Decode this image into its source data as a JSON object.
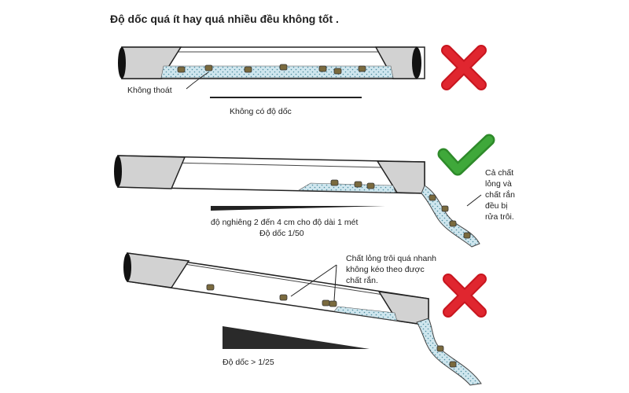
{
  "title": "Độ dốc quá ít hay quá nhiều đều không tốt .",
  "panel1": {
    "verdict": "wrong",
    "label_no_drain": "Không thoát",
    "label_no_slope": "Không có độ dốc"
  },
  "panel2": {
    "verdict": "correct",
    "side_note": [
      "Cả chất",
      "lỏng và",
      "chất rắn",
      "đều bị",
      "rửa trôi."
    ],
    "slope_text_1": "độ nghiêng 2 đến 4 cm cho độ dài 1 mét",
    "slope_text_2": "Độ dốc 1/50"
  },
  "panel3": {
    "verdict": "wrong",
    "note": [
      "Chất lỏng trôi quá nhanh",
      "không kéo theo được",
      "chất rắn."
    ],
    "slope_text": "Độ dốc > 1/25"
  },
  "colors": {
    "pipe_fill": "#d2d2d2",
    "water": "#cfe6ee",
    "solid": "#7a6a3e",
    "wrong_mark": "#e0262f",
    "correct_mark": "#3fa83a"
  }
}
